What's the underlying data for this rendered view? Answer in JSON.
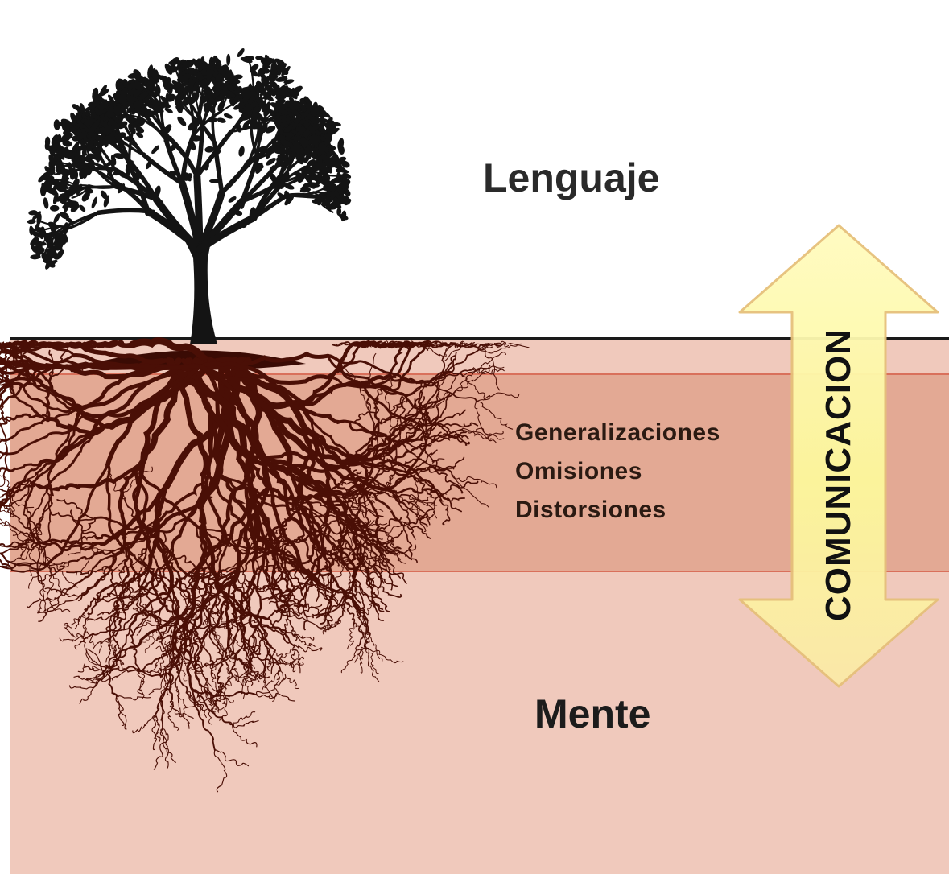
{
  "labels": {
    "top": "Lenguaje",
    "bottom": "Mente",
    "arrow": "COMUNICACION"
  },
  "filters": [
    "Generalizaciones",
    "Omisiones",
    "Distorsiones"
  ],
  "icons": {
    "tree": "tree-icon",
    "roots": "roots-icon",
    "arrow": "double-arrow-icon"
  },
  "colors": {
    "sky": "#ffffff",
    "ground_line": "#1a1a1a",
    "soil": "#f0c9bc",
    "filter_band": "#e2a792",
    "filter_border": "#d46b57",
    "tree": "#141414",
    "roots": "#4a0f06",
    "arrow_fill": "#fdfab0",
    "arrow_stroke": "#e9c27a"
  }
}
